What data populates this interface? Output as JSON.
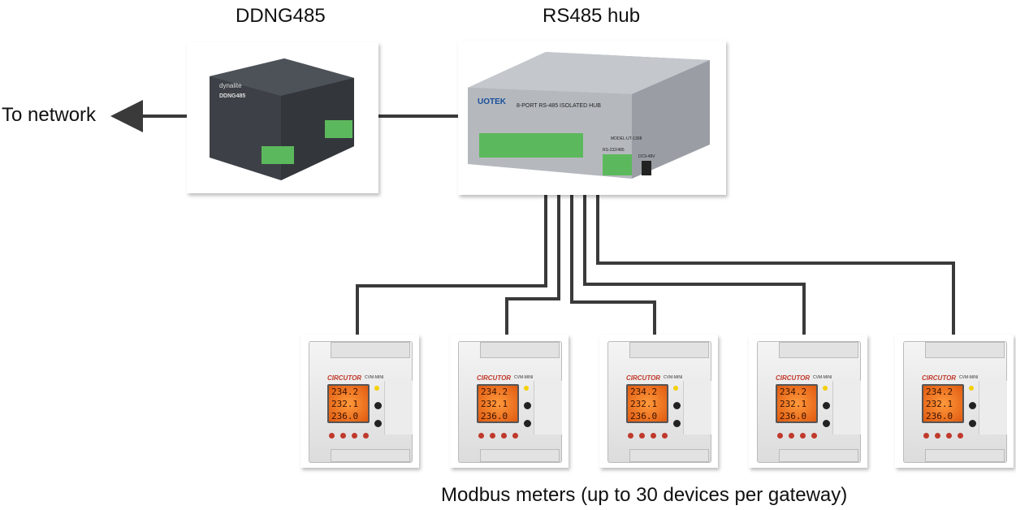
{
  "labels": {
    "gateway": "DDNG485",
    "hub": "RS485 hub",
    "network": "To network",
    "meters": "Modbus meters (up to 30 devices per gateway)"
  },
  "gateway": {
    "brand": "dynalite",
    "model": "DDNG485"
  },
  "hub": {
    "brand": "UOTEK",
    "title": "8-PORT RS-485 ISOLATED HUB",
    "model": "MODEL:UT-1308",
    "port_label": "RS-232/485",
    "power_label": "DC9-48V"
  },
  "meters": [
    {
      "brand": "CIRCUTOR",
      "model": "CVM-MINI",
      "readings": [
        "234.2",
        "232.1",
        "236.0"
      ]
    },
    {
      "brand": "CIRCUTOR",
      "model": "CVM-MINI",
      "readings": [
        "234.2",
        "232.1",
        "236.0"
      ]
    },
    {
      "brand": "CIRCUTOR",
      "model": "CVM-MINI",
      "readings": [
        "234.2",
        "232.1",
        "236.0"
      ]
    },
    {
      "brand": "CIRCUTOR",
      "model": "CVM-MINI",
      "readings": [
        "234.2",
        "232.1",
        "236.0"
      ]
    },
    {
      "brand": "CIRCUTOR",
      "model": "CVM-MINI",
      "readings": [
        "234.2",
        "232.1",
        "236.0"
      ]
    }
  ],
  "colors": {
    "wire": "#3a3a3a",
    "terminal": "#5cb85c",
    "display": "#f07a20",
    "brand_red": "#c0392b"
  }
}
